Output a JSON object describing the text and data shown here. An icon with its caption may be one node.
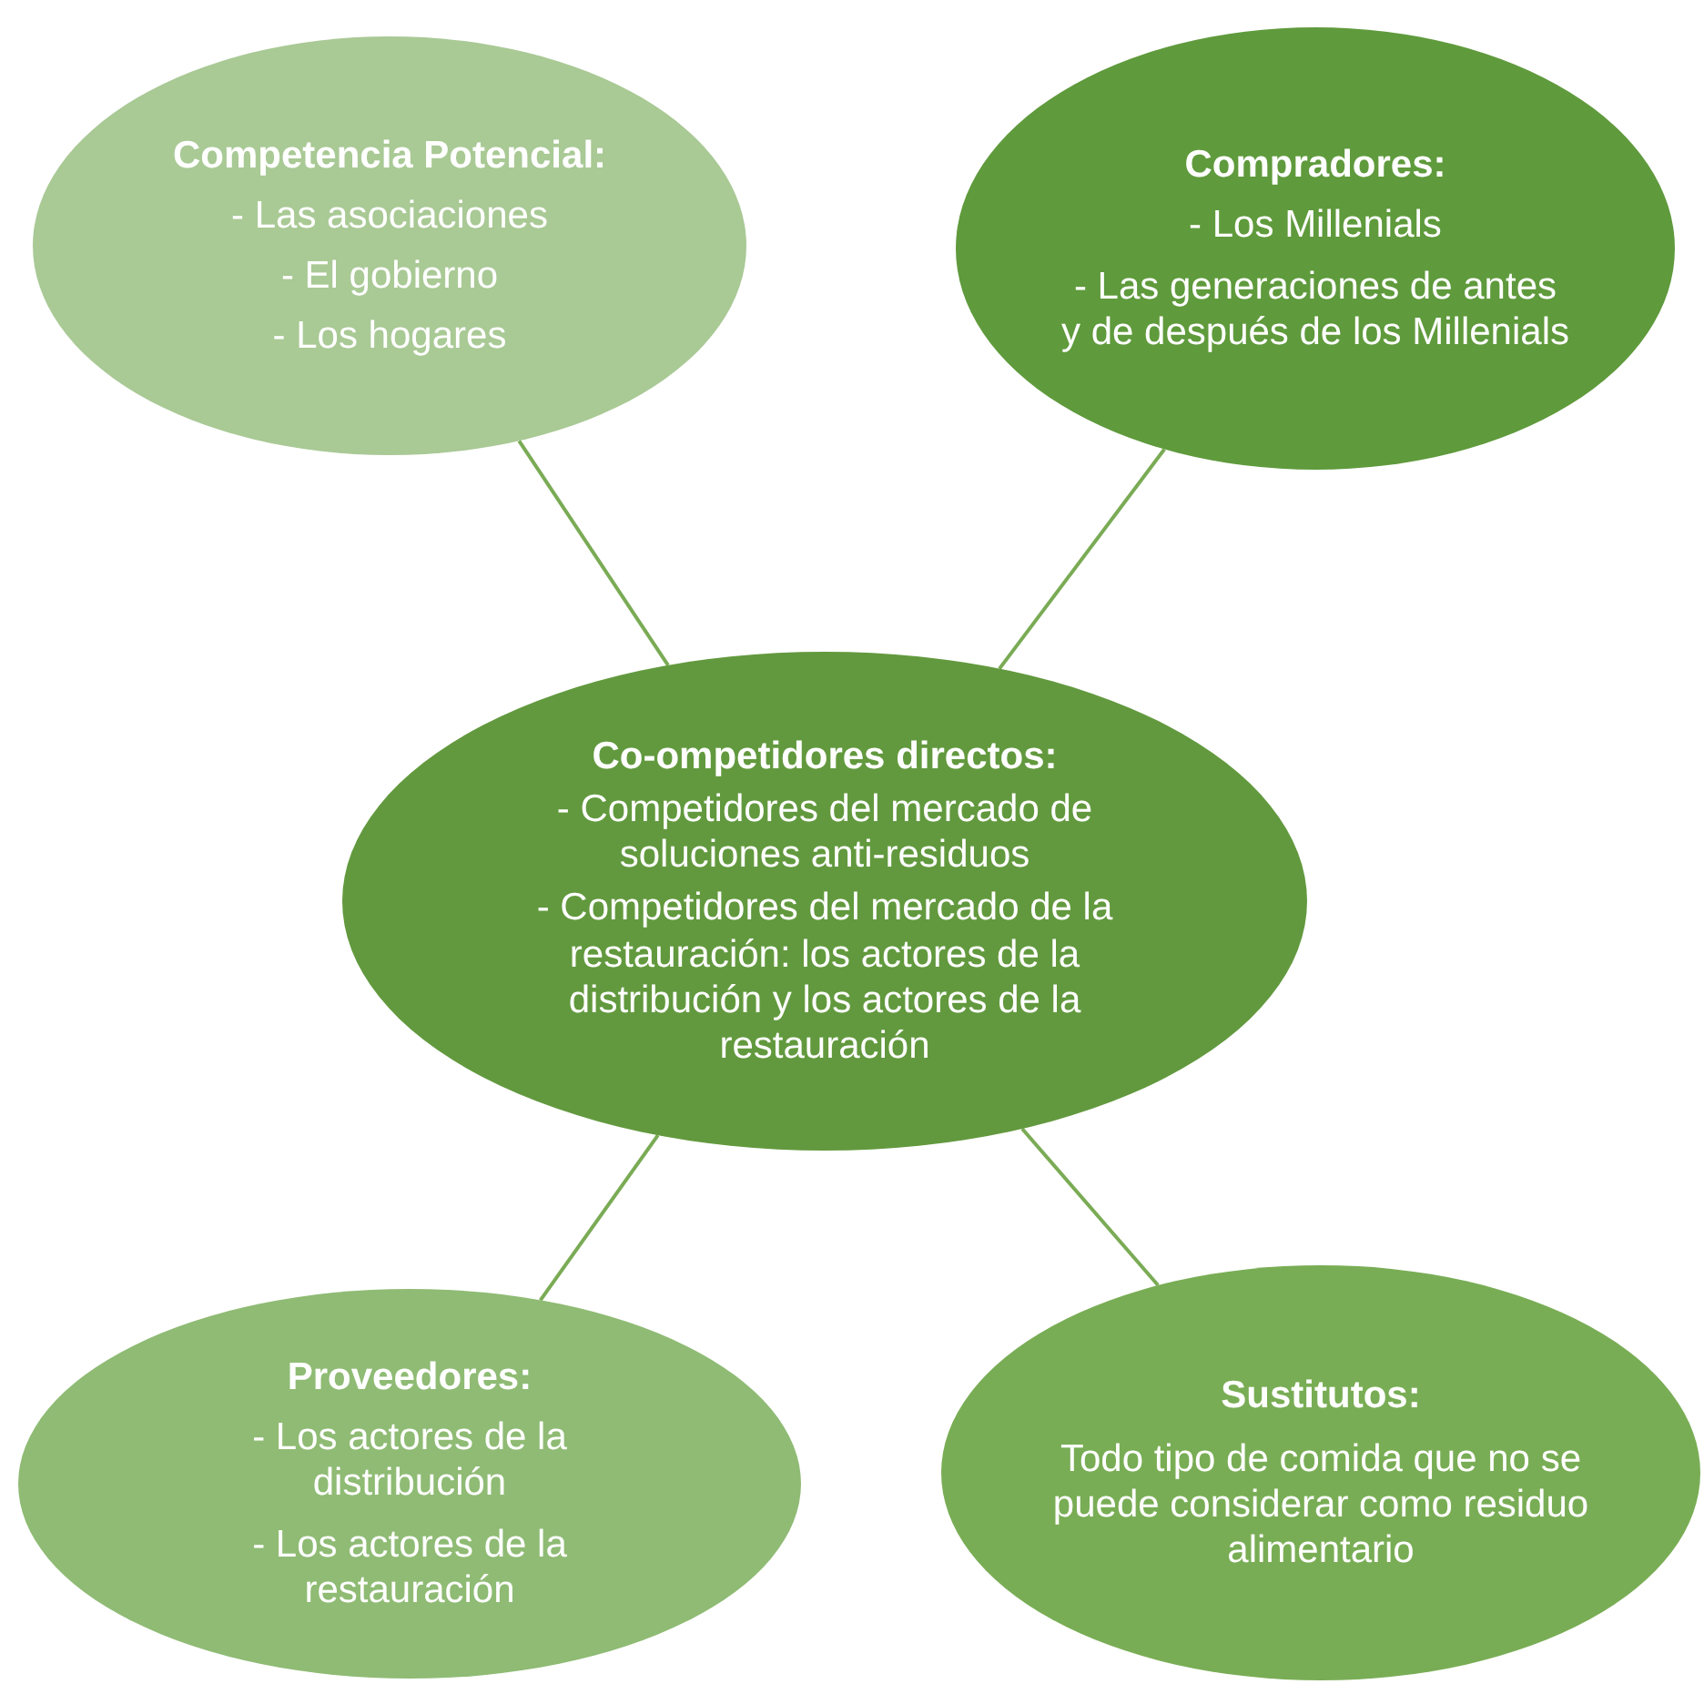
{
  "diagram": {
    "nodes": [
      {
        "text": [
          "Competencia Potencial:",
          "- Las asociaciones",
          "- El gobierno",
          "- Los hogares"
        ]
      },
      {
        "text": [
          "Compradores:",
          "- Los Millenials",
          "- Las generaciones de antes y de después de los Millenials"
        ]
      },
      {
        "text": [
          "Co-ompetidores directos:",
          "- Competidores del mercado de soluciones anti-residuos",
          "- Competidores del mercado de la restauración: los actores de la distribución y los actores de la restauración"
        ]
      },
      {
        "text": [
          "Proveedores:",
          "- Los actores de la distribución",
          "- Los actores de la restauración"
        ]
      },
      {
        "text": [
          "Sustitutos:",
          "Todo tipo de comida que no se puede considerar como residuo alimentario"
        ]
      }
    ],
    "edges": [
      {
        "from": 0,
        "to": 2,
        "arrow": "none"
      },
      {
        "from": 1,
        "to": 2,
        "arrow": "none"
      },
      {
        "from": 2,
        "to": 3,
        "arrow": "none"
      },
      {
        "from": 2,
        "to": 4,
        "arrow": "none"
      }
    ]
  }
}
